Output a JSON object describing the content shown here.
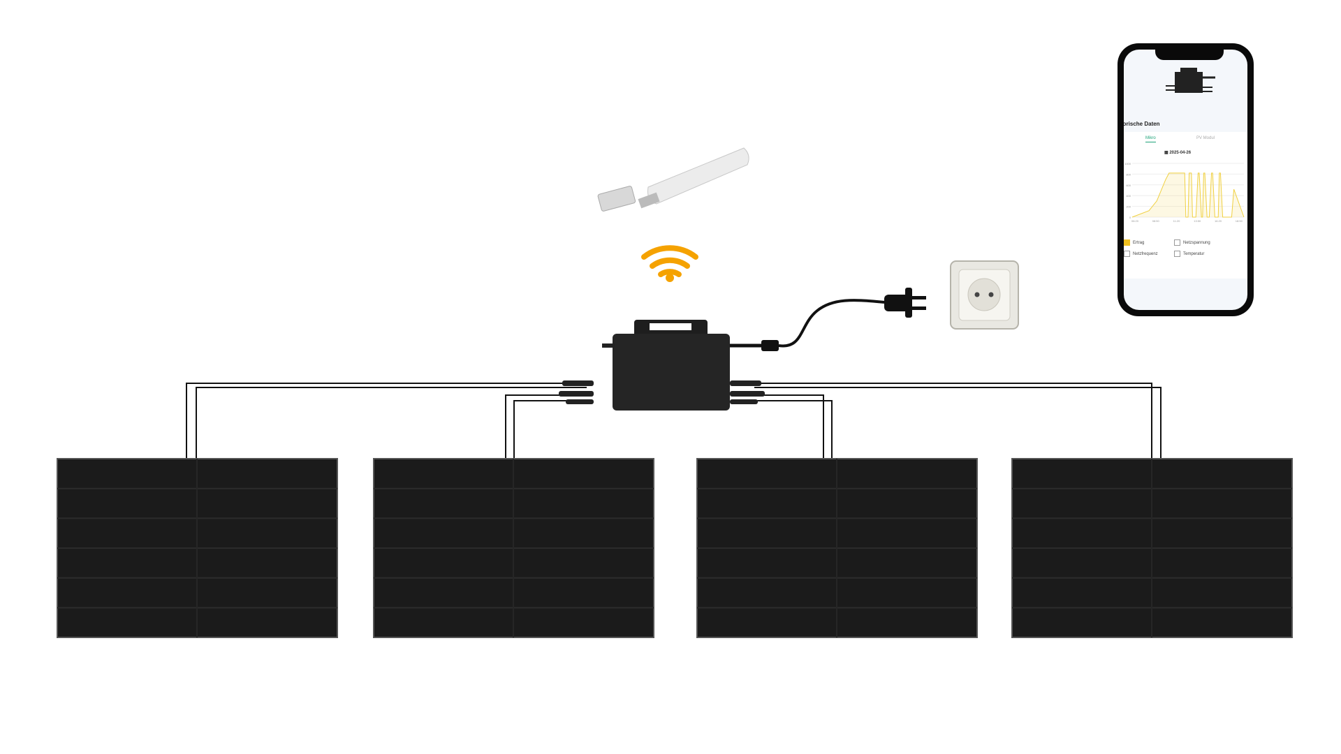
{
  "app": {
    "section_title": "torische Daten",
    "tabs": [
      {
        "label": "Mikro",
        "active": true
      },
      {
        "label": "PV Modul",
        "active": false
      }
    ],
    "date": "2025-04-26",
    "legend": [
      {
        "label": "Ertrag",
        "checked": true
      },
      {
        "label": "Netzspannung",
        "checked": false
      },
      {
        "label": "Netzfrequenz",
        "checked": false
      },
      {
        "label": "Temperatur",
        "checked": false
      }
    ]
  },
  "chart_data": {
    "type": "area",
    "title": "",
    "x_ticks": [
      "06:20",
      "08:50",
      "11:20",
      "13:50",
      "16:20",
      "18:50"
    ],
    "y_ticks": [
      "0",
      "200",
      "400",
      "600",
      "800",
      "1000"
    ],
    "ylim": [
      0,
      1000
    ],
    "series": [
      {
        "name": "Ertrag",
        "color": "#f0d040",
        "points": [
          [
            0,
            0
          ],
          [
            0.15,
            120
          ],
          [
            0.22,
            300
          ],
          [
            0.3,
            700
          ],
          [
            0.33,
            820
          ],
          [
            0.47,
            820
          ],
          [
            0.48,
            0
          ],
          [
            0.5,
            0
          ],
          [
            0.51,
            820
          ],
          [
            0.53,
            820
          ],
          [
            0.54,
            0
          ],
          [
            0.57,
            0
          ],
          [
            0.59,
            820
          ],
          [
            0.6,
            820
          ],
          [
            0.62,
            0
          ],
          [
            0.63,
            0
          ],
          [
            0.64,
            820
          ],
          [
            0.65,
            820
          ],
          [
            0.67,
            0
          ],
          [
            0.69,
            0
          ],
          [
            0.71,
            820
          ],
          [
            0.72,
            820
          ],
          [
            0.74,
            0
          ],
          [
            0.77,
            0
          ],
          [
            0.78,
            820
          ],
          [
            0.79,
            820
          ],
          [
            0.81,
            0
          ],
          [
            0.89,
            0
          ],
          [
            0.91,
            520
          ],
          [
            1.0,
            0
          ]
        ]
      }
    ]
  },
  "colors": {
    "wifi": "#f5a200",
    "panel": "#1a1a1a",
    "accent": "#1fa37a"
  }
}
